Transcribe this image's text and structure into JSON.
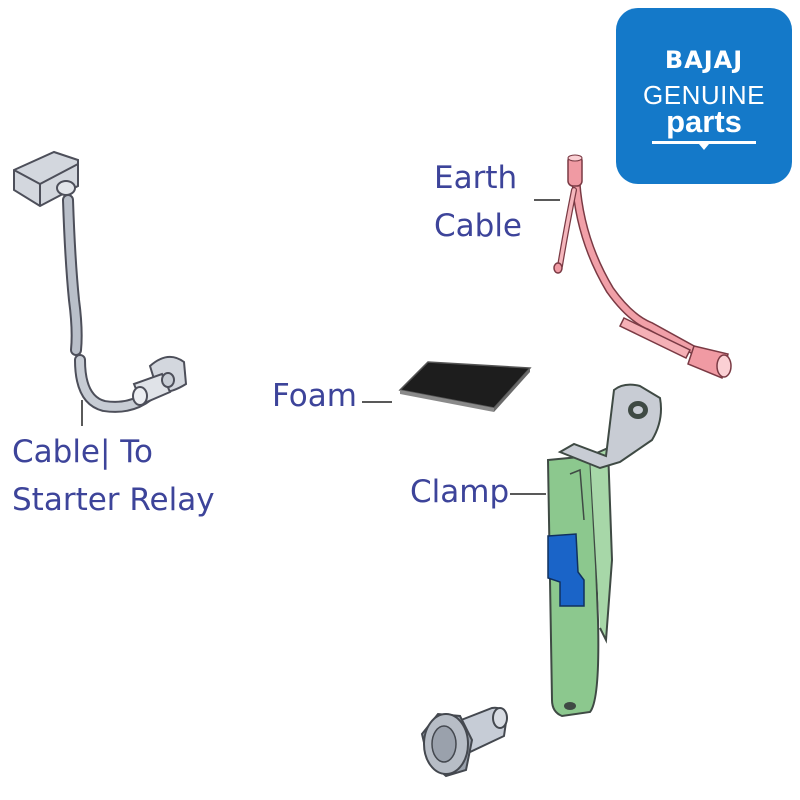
{
  "logo": {
    "brand": "BAJAJ",
    "line2": "GENUINE",
    "line3": "parts",
    "color": "#1479c9"
  },
  "labels": {
    "cable_line1": "Cable| To",
    "cable_line2": "Starter Relay",
    "earth_line1": "Earth",
    "earth_line2": "Cable",
    "foam": "Foam",
    "clamp": "Clamp"
  },
  "colors": {
    "label_text": "#3d449a",
    "earth_cable": "#f1a0a8",
    "clamp_body": "#8cc88e",
    "clamp_clip": "#1a64c8",
    "hardware_gray": "#b9bfc9"
  }
}
